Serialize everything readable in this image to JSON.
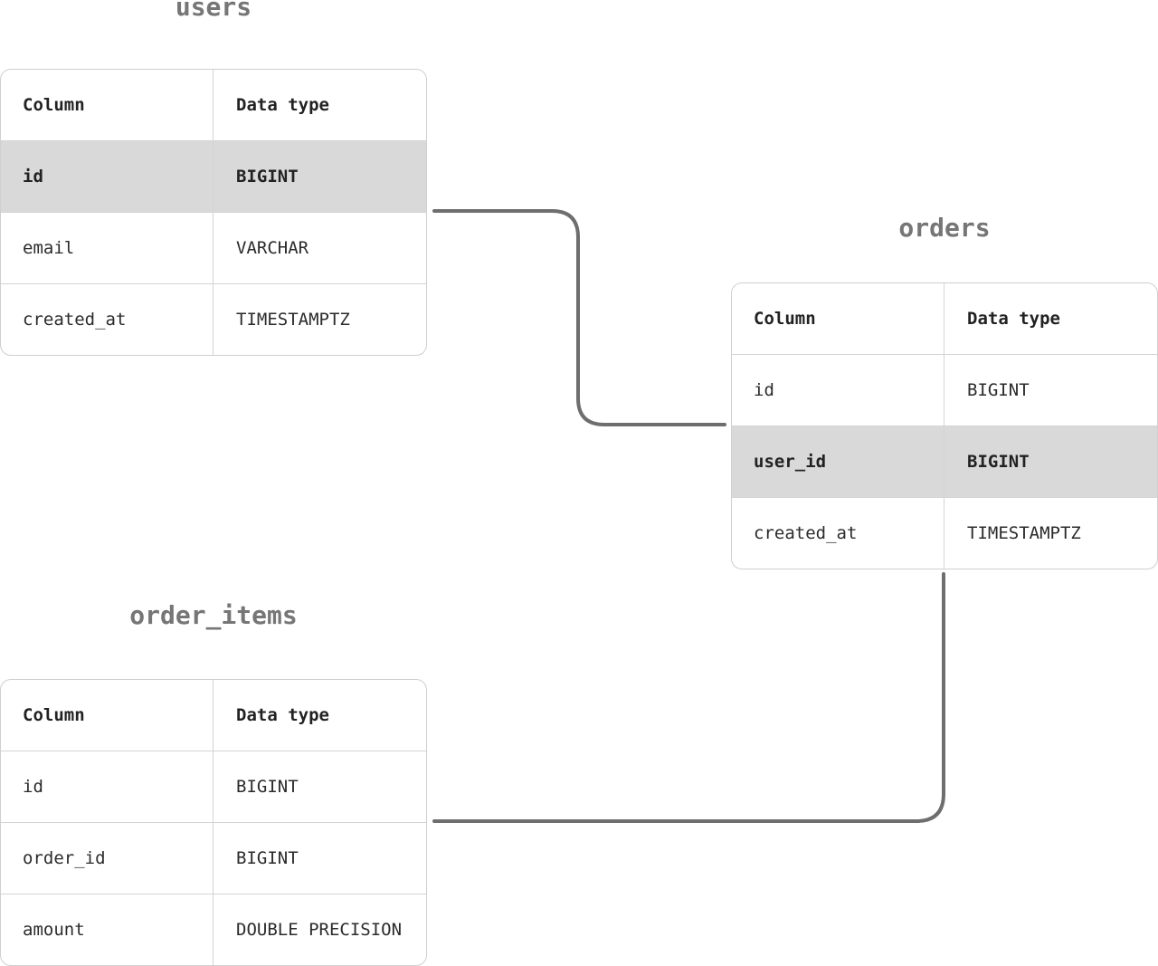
{
  "tables": [
    {
      "title": "users",
      "header": {
        "column": "Column",
        "type": "Data type"
      },
      "rows": [
        {
          "column": "id",
          "type": "BIGINT",
          "highlight": true
        },
        {
          "column": "email",
          "type": "VARCHAR",
          "highlight": false
        },
        {
          "column": "created_at",
          "type": "TIMESTAMPTZ",
          "highlight": false
        }
      ]
    },
    {
      "title": "orders",
      "header": {
        "column": "Column",
        "type": "Data type"
      },
      "rows": [
        {
          "column": "id",
          "type": "BIGINT",
          "highlight": false
        },
        {
          "column": "user_id",
          "type": "BIGINT",
          "highlight": true
        },
        {
          "column": "created_at",
          "type": "TIMESTAMPTZ",
          "highlight": false
        }
      ]
    },
    {
      "title": "order_items",
      "header": {
        "column": "Column",
        "type": "Data type"
      },
      "rows": [
        {
          "column": "id",
          "type": "BIGINT",
          "highlight": false
        },
        {
          "column": "order_id",
          "type": "BIGINT",
          "highlight": false
        },
        {
          "column": "amount",
          "type": "DOUBLE PRECISION",
          "highlight": false
        }
      ]
    }
  ],
  "relationships": [
    {
      "from": "users.id",
      "to": "orders.user_id"
    },
    {
      "from": "orders.id",
      "to": "order_items.order_id"
    }
  ],
  "colors": {
    "title": "#767676",
    "border": "#cfcfcf",
    "highlight_row": "#d9d9d9",
    "connector": "#6e6e6e"
  }
}
